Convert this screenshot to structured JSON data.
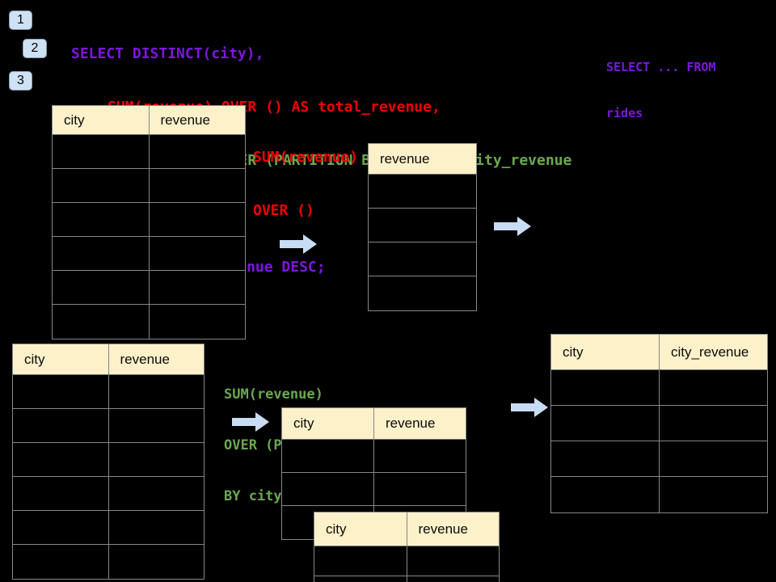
{
  "colors": {
    "background": "#000000",
    "code_purple": "#7c16e0",
    "code_red": "#f20000",
    "code_green": "#6aa84f",
    "table_header_bg": "#fdf1ca",
    "table_border": "#85878a",
    "arrow_blue": "#c8dcf3",
    "badge_bg": "#cfe2f3"
  },
  "step_badges": [
    "1",
    "2",
    "3"
  ],
  "sql_query": {
    "lines": [
      {
        "text": "SELECT DISTINCT(city),",
        "color": "#7c16e0"
      },
      {
        "text": "SUM(revenue) OVER () AS total_revenue,",
        "color": "#f20000"
      },
      {
        "text": "SUM(revenue) OVER (PARTITION BY city) as city_revenue",
        "color": "#6aa84f"
      },
      {
        "text": "FROM rides",
        "color": "#7c16e0"
      },
      {
        "text": "ORDER by city_revenue DESC;",
        "color": "#7c16e0"
      }
    ]
  },
  "from_note": {
    "line1": "SELECT ... FROM",
    "line2": "rides"
  },
  "window_labels": {
    "total": {
      "line1": "SUM(revenue)",
      "line2": "OVER ()"
    },
    "partition": {
      "line1": "SUM(revenue)",
      "line2": "OVER (PARTITION",
      "line3": "BY city)"
    }
  },
  "tables": {
    "source_top": {
      "headers": [
        "city",
        "revenue"
      ],
      "row_count": 6
    },
    "total_revenue": {
      "headers": [
        "revenue"
      ],
      "row_count": 4
    },
    "source_bottom": {
      "headers": [
        "city",
        "revenue"
      ],
      "row_count": 6
    },
    "partition_first": {
      "headers": [
        "city",
        "revenue"
      ],
      "row_count": 3
    },
    "partition_second": {
      "headers": [
        "city",
        "revenue"
      ],
      "row_count": 2
    },
    "result": {
      "headers": [
        "city",
        "city_revenue"
      ],
      "row_count": 4
    }
  }
}
